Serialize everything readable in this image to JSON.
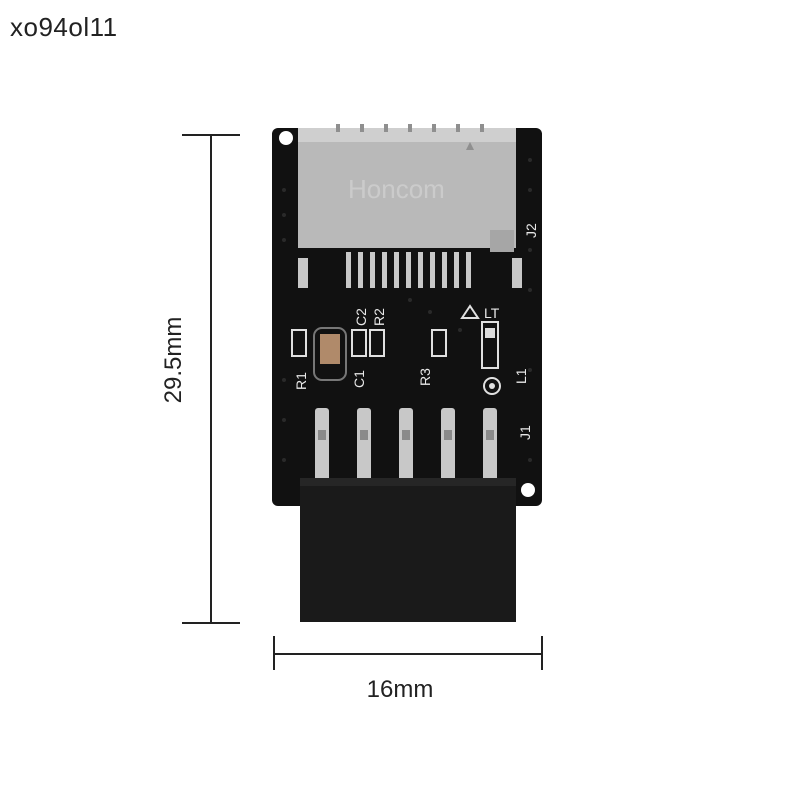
{
  "watermark": "xo94ol11",
  "dimensions": {
    "height_label": "29.5mm",
    "width_label": "16mm"
  },
  "board": {
    "connector_brand": "Honcom",
    "labels": {
      "j2": "J2",
      "j1": "J1",
      "lt": "LT",
      "l1": "L1",
      "r1": "R1",
      "c1": "C1",
      "c2": "C2",
      "r2": "R2",
      "r3": "R3"
    }
  },
  "colors": {
    "pcb": "#111111",
    "connector": "#b9b9b9",
    "pin": "#c8c8c8",
    "header": "#1a1a1a"
  }
}
